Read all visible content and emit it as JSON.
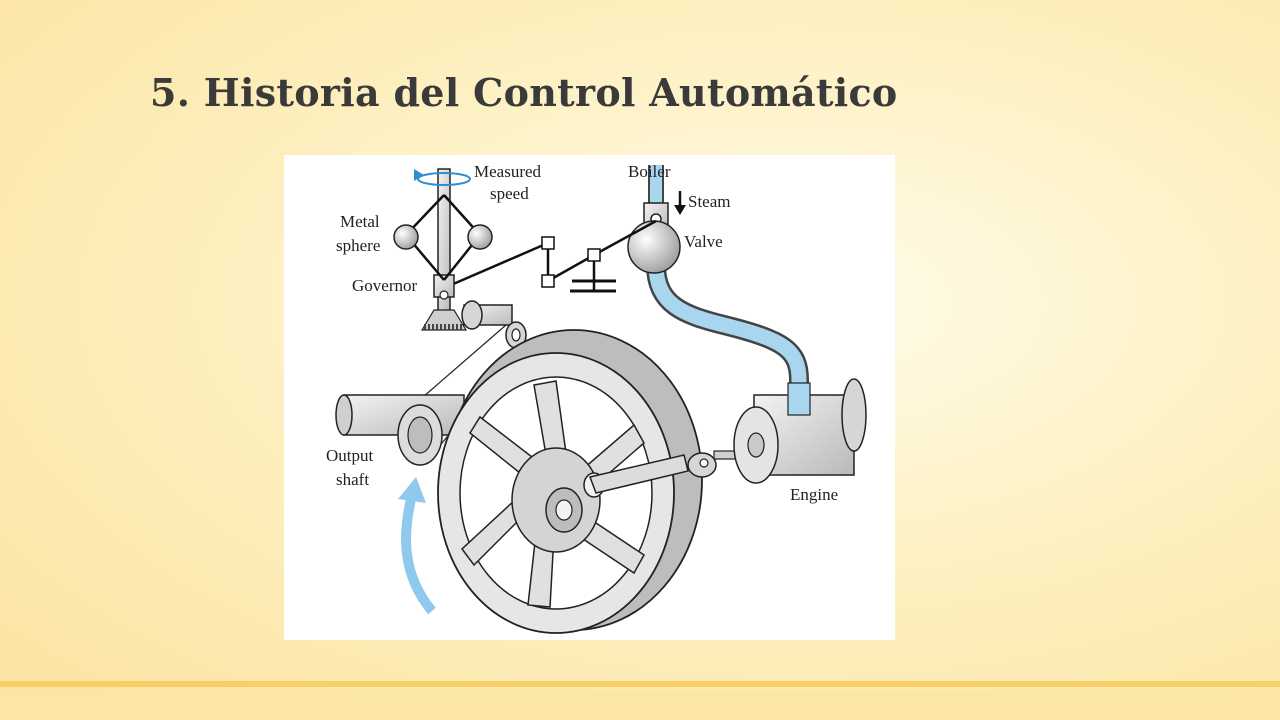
{
  "slide": {
    "title": "5. Historia del Control Automático"
  },
  "diagram": {
    "labels": {
      "measured_speed_1": "Measured",
      "measured_speed_2": "speed",
      "boiler": "Boiler",
      "steam": "Steam",
      "valve": "Valve",
      "metal_sphere_1": "Metal",
      "metal_sphere_2": "sphere",
      "governor": "Governor",
      "output_shaft_1": "Output",
      "output_shaft_2": "shaft",
      "engine": "Engine"
    },
    "colors": {
      "steam_pipe": "#a9d6ef",
      "rotation_arrow": "#7fc4ec",
      "metal": "#d8d8d8",
      "outline": "#222222"
    }
  }
}
